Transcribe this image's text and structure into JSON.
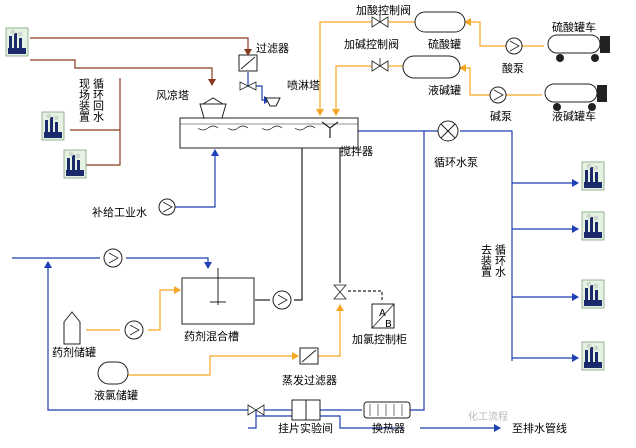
{
  "labels": {
    "acid_valve": "加酸控制阀",
    "alkali_valve": "加碱控制阀",
    "acid_tank": "硫酸罐",
    "alkali_tank": "液碱罐",
    "acid_pump": "酸泵",
    "alkali_pump": "碱泵",
    "acid_truck": "硫酸罐车",
    "alkali_truck": "液碱罐车",
    "filter": "过滤器",
    "spray_tower": "喷淋塔",
    "cooling_tower": "风凉塔",
    "return_water": "循环回水",
    "return_water_side": "现场装置",
    "mixer": "搅拌器",
    "circ_pump": "循环水泵",
    "makeup_water": "补给工业水",
    "circ_water_right": "循环水",
    "to_device_right": "去装置",
    "dosing_tank": "药剂混合槽",
    "chem_storage": "药剂储罐",
    "chlorine_cabinet": "加氯控制柜",
    "evap_filter": "蒸发过滤器",
    "liquid_chlorine": "液氯储罐",
    "side_lab": "挂片实验间",
    "heat_exchanger": "换热器",
    "to_drain": "至排水管线",
    "watermark": "化工流程"
  },
  "cabinet_letters": {
    "a": "A",
    "b": "B"
  },
  "colors": {
    "water_line": "#1f3fb5",
    "return_line": "#8b3a1e",
    "chem_line": "#f5a623",
    "process_line": "#222222"
  }
}
